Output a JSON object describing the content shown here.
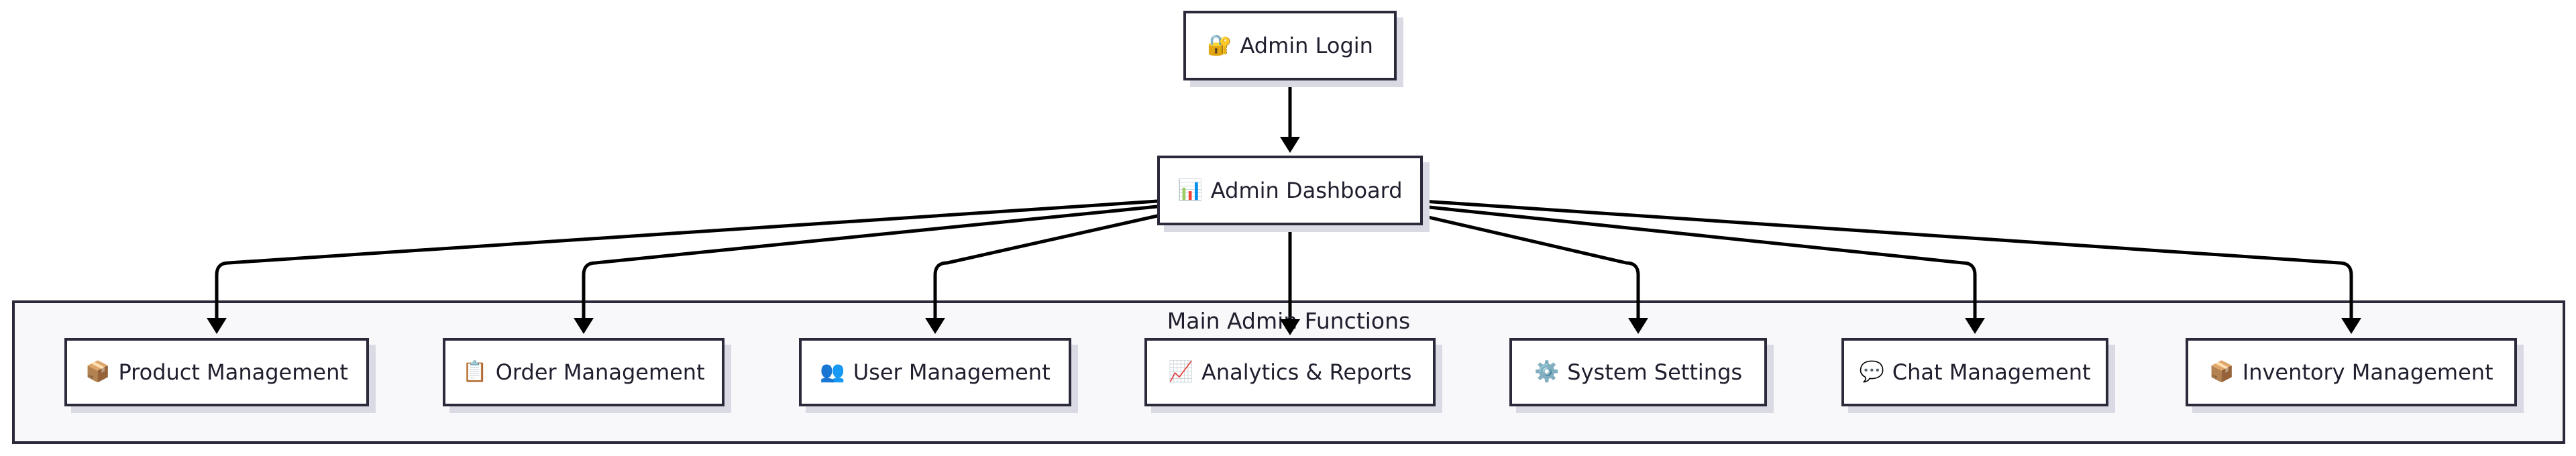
{
  "diagram": {
    "login": {
      "icon": "🔐",
      "icon_name": "lock-with-key-icon",
      "label": "Admin Login"
    },
    "dashboard": {
      "icon": "📊",
      "icon_name": "bar-chart-icon",
      "label": "Admin Dashboard"
    },
    "group": {
      "title": "Main Admin Functions"
    },
    "functions": [
      {
        "icon": "📦",
        "icon_name": "package-icon",
        "label": "Product Management"
      },
      {
        "icon": "📋",
        "icon_name": "clipboard-icon",
        "label": "Order Management"
      },
      {
        "icon": "👥",
        "icon_name": "users-icon",
        "label": "User Management"
      },
      {
        "icon": "📈",
        "icon_name": "trend-chart-icon",
        "label": "Analytics & Reports"
      },
      {
        "icon": "⚙️",
        "icon_name": "gear-icon",
        "label": "System Settings"
      },
      {
        "icon": "💬",
        "icon_name": "chat-bubble-icon",
        "label": "Chat Management"
      },
      {
        "icon": "📦",
        "icon_name": "package-icon",
        "label": "Inventory Management"
      }
    ]
  }
}
